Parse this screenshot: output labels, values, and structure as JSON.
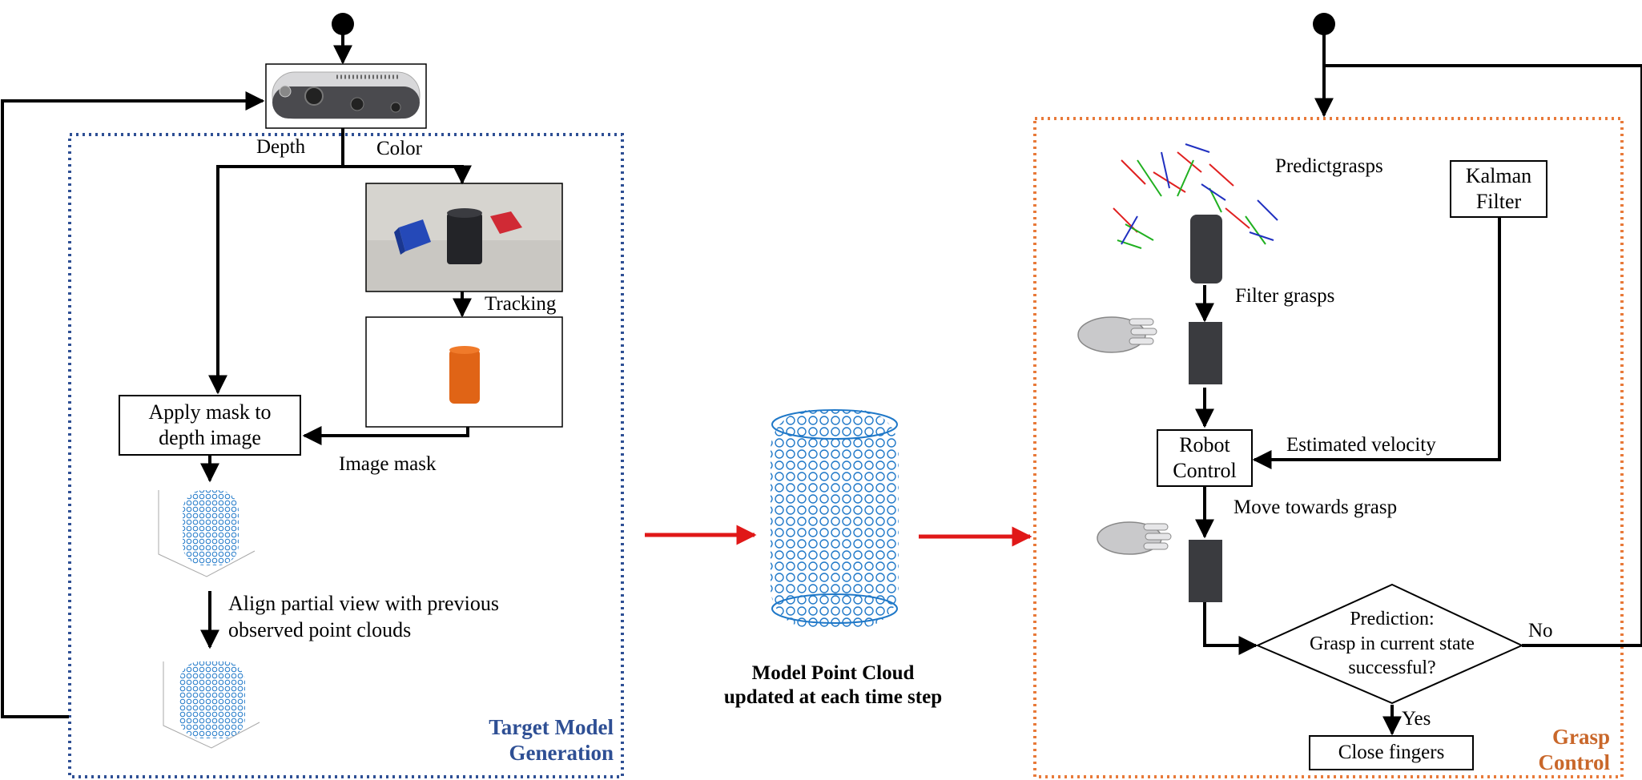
{
  "colors": {
    "target_border": "#2e4f94",
    "grasp_border": "#e87a3a",
    "target_title": "#2e4f94",
    "grasp_title": "#c9672a",
    "red_arrow": "#e01818",
    "point_cloud": "#1f78c8"
  },
  "target_panel": {
    "title_line1": "Target Model",
    "title_line2": "Generation",
    "depth_label": "Depth",
    "color_label": "Color",
    "tracking_label": "Tracking",
    "apply_mask_line1": "Apply mask to",
    "apply_mask_line2": "depth image",
    "image_mask_label": "Image mask",
    "align_line1": "Align partial view with previous",
    "align_line2": "observed point clouds"
  },
  "model_cloud": {
    "line1": "Model Point Cloud",
    "line2": "updated at each time step"
  },
  "grasp_panel": {
    "title_line1": "Grasp",
    "title_line2": "Control",
    "predict_label": "Predictgrasps",
    "filter_label": "Filter grasps",
    "kalman_line1": "Kalman",
    "kalman_line2": "Filter",
    "robot_line1": "Robot",
    "robot_line2": "Control",
    "velocity_label": "Estimated velocity",
    "move_label": "Move towards grasp",
    "prediction_line1": "Prediction:",
    "prediction_line2": "Grasp in current state",
    "prediction_line3": "successful?",
    "no_label": "No",
    "yes_label": "Yes",
    "close_label": "Close fingers"
  }
}
